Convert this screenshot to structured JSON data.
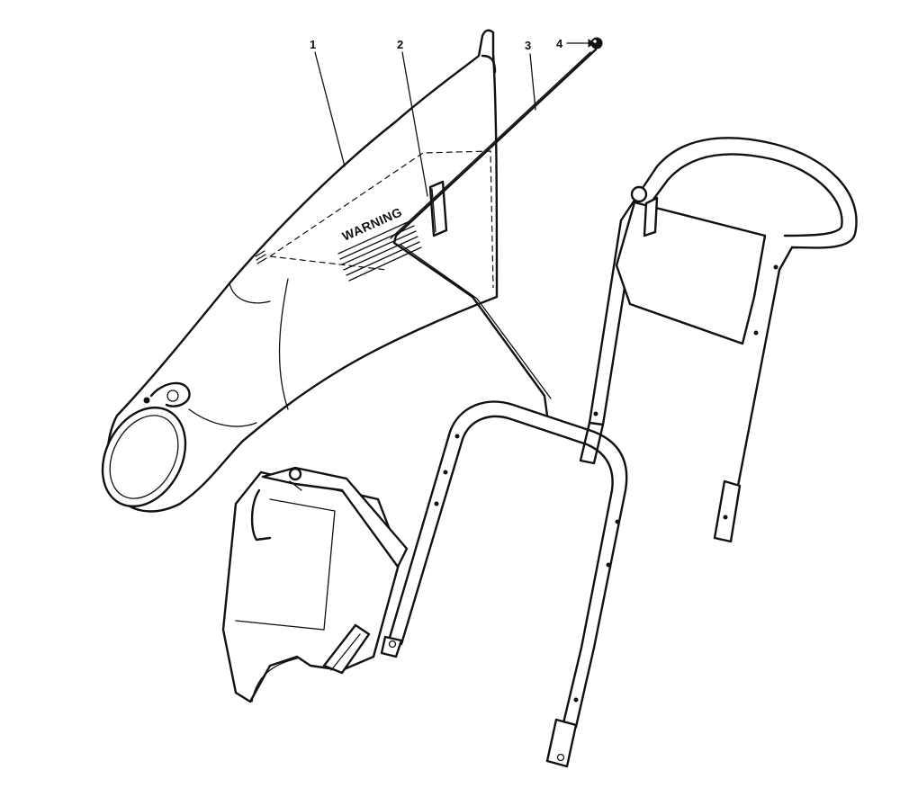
{
  "callouts": [
    {
      "id": "1",
      "label": "1"
    },
    {
      "id": "2",
      "label": "2"
    },
    {
      "id": "3",
      "label": "3"
    },
    {
      "id": "4",
      "label": "4"
    }
  ],
  "warning_label": {
    "text": "WARNING"
  }
}
